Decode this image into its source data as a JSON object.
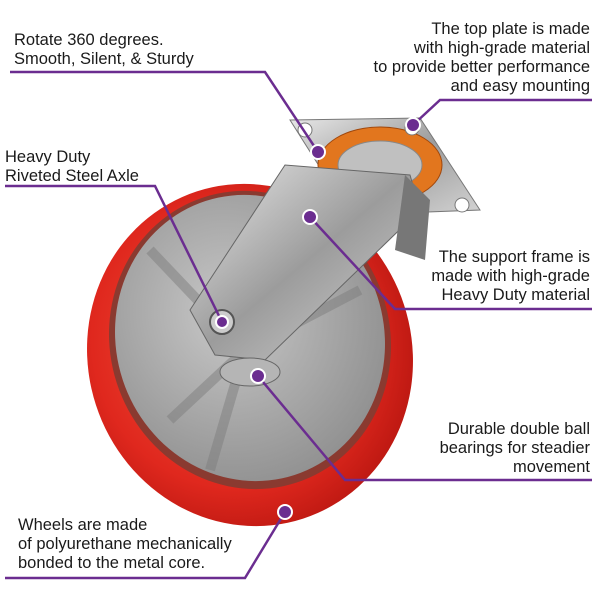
{
  "colors": {
    "accent": "#6b2d90",
    "wheel_red": "#d8241c",
    "core_grey": "#a9a9a9"
  },
  "callouts": {
    "rotate": {
      "lines": [
        "Rotate 360 degrees.",
        "Smooth, Silent, & Sturdy"
      ]
    },
    "top_plate": {
      "lines": [
        "The top plate is made",
        "with high-grade material",
        "to provide better performance",
        "and easy mounting"
      ]
    },
    "axle": {
      "lines": [
        "Heavy Duty",
        "Riveted Steel Axle"
      ]
    },
    "frame": {
      "lines": [
        "The support frame is",
        "made with high-grade",
        "Heavy Duty material"
      ]
    },
    "bearings": {
      "lines": [
        "Durable double ball",
        "bearings for steadier",
        "movement"
      ]
    },
    "wheel": {
      "lines": [
        "Wheels are made",
        "of polyurethane mechanically",
        "bonded to the metal core."
      ]
    }
  }
}
